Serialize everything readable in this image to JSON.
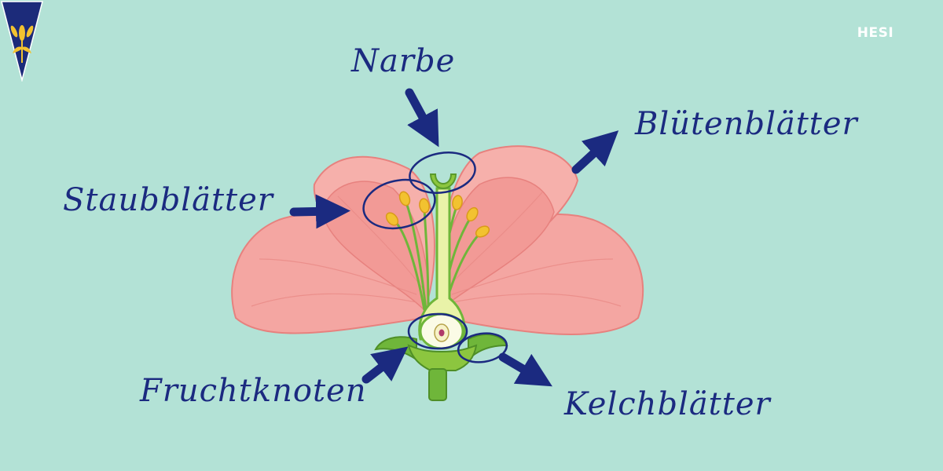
{
  "labels": {
    "narbe": "Narbe",
    "staubblaetter": "Staubblätter",
    "bluetenblaetter": "Blütenblätter",
    "fruchtknoten": "Fruchtknoten",
    "kelchblaetter": "Kelchblätter"
  },
  "logo": {
    "text": "HESI"
  },
  "colors": {
    "background": "#b3e2d6",
    "label_ink": "#1b2a80",
    "petal": "#f4a6a2",
    "petal_dark": "#e7817e",
    "stem_green": "#6fb63a",
    "anther_yellow": "#f2c230"
  }
}
